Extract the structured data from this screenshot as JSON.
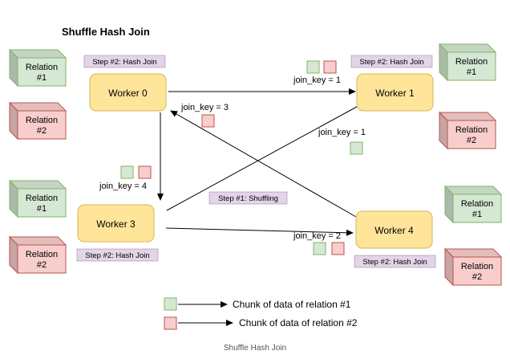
{
  "title": "Shuffle Hash Join",
  "caption": "Shuffle Hash Join",
  "colors": {
    "relation1_front": "#d5e8d4",
    "relation1_border": "#82b366",
    "relation2_front": "#f8cecc",
    "relation2_border": "#b85450",
    "worker_fill": "#ffe599",
    "worker_border": "#d6b656",
    "step_fill": "#e1d5e7",
    "step_border": "#9673a6",
    "chunk1": "#d5e8d4",
    "chunk2": "#f8cecc"
  },
  "workers": {
    "w0": "Worker 0",
    "w1": "Worker 1",
    "w3": "Worker 3",
    "w4": "Worker 4"
  },
  "relations": {
    "r1": "Relation\n#1",
    "r2": "Relation\n#2"
  },
  "steps": {
    "hash_join": "Step #2: Hash Join",
    "shuffling": "Step #1: Shuffling"
  },
  "join_keys": {
    "k1_top": "join_key = 1",
    "k3": "join_key = 3",
    "k1_mid": "join_key = 1",
    "k4": "join_key = 4",
    "k2": "join_key = 2"
  },
  "legend": {
    "item1": "Chunk of data of relation #1",
    "item2": "Chunk of data of relation #2"
  }
}
